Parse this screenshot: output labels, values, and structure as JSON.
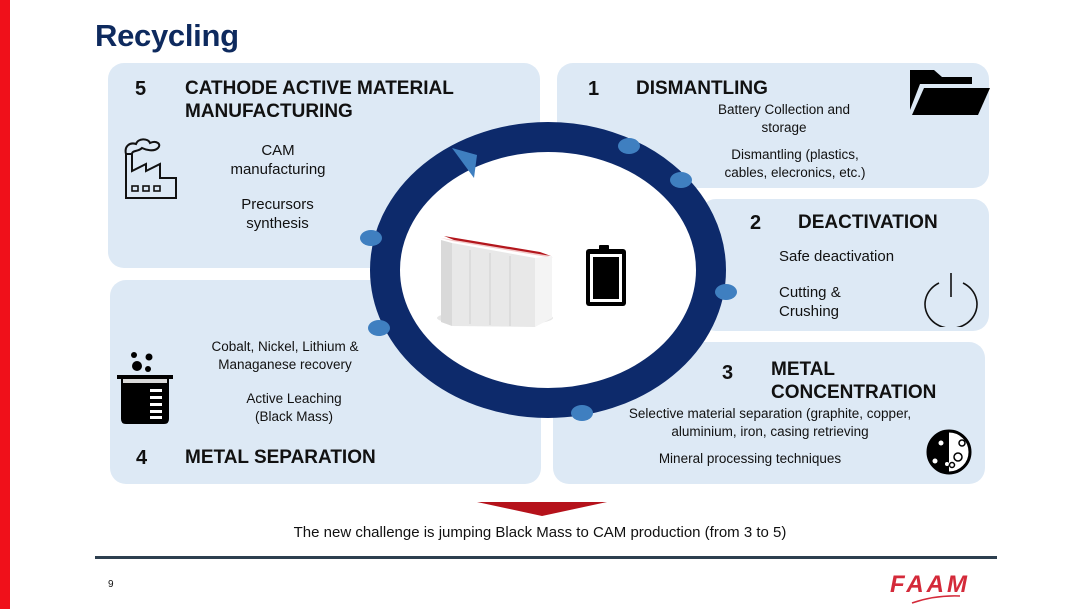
{
  "slide": {
    "title": "Recycling",
    "page_number": "9",
    "brand_logo": "FAAM",
    "colors": {
      "accent_red": "#f0101a",
      "title_navy": "#0e2a5e",
      "ring_navy": "#0d2a6b",
      "node_blue": "#3f7fc0",
      "panel_bg": "#dde9f5",
      "logo_red": "#d42a3a"
    }
  },
  "steps": [
    {
      "number": "1",
      "heading": "DISMANTLING",
      "items": [
        "Battery Collection and storage",
        "Dismantling (plastics, cables, elecronics, etc.)"
      ],
      "icon": "open-folder-icon"
    },
    {
      "number": "2",
      "heading": "DEACTIVATION",
      "items": [
        "Safe deactivation",
        "Cutting & Crushing"
      ],
      "icon": "power-icon"
    },
    {
      "number": "3",
      "heading": "METAL CONCENTRATION",
      "items": [
        "Selective material separation (graphite, copper, aluminium, iron, casing retrieving",
        "Mineral processing techniques"
      ],
      "icon": "moon-particles-icon"
    },
    {
      "number": "4",
      "heading": "METAL SEPARATION",
      "items": [
        "Cobalt, Nickel, Lithium & Managanese recovery",
        "Active Leaching (Black Mass)"
      ],
      "icon": "beaker-icon"
    },
    {
      "number": "5",
      "heading": "CATHODE ACTIVE MATERIAL MANUFACTURING",
      "items": [
        "CAM manufacturing",
        "Precursors synthesis"
      ],
      "icon": "factory-icon"
    }
  ],
  "center": {
    "image": "battery-module-image",
    "icon": "battery-icon"
  },
  "footer": {
    "arrow": "down-arrow-icon",
    "note": "The new challenge is jumping Black Mass to CAM production (from 3 to 5)"
  }
}
